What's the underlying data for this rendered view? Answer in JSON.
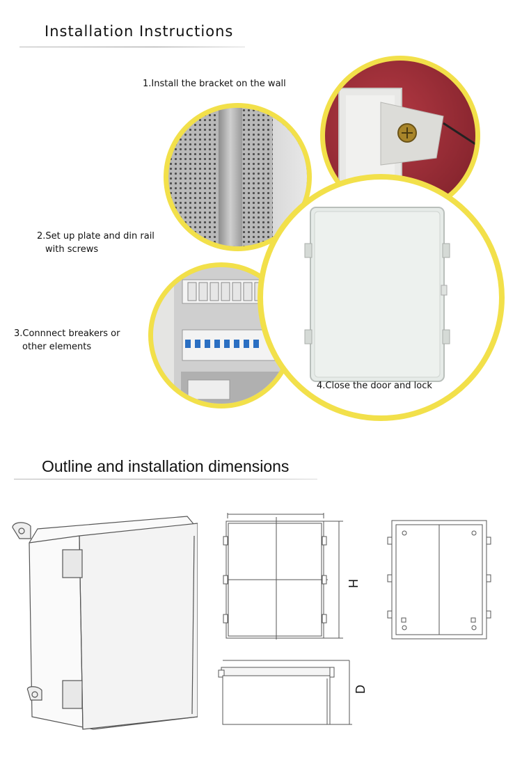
{
  "section1": {
    "title": "Installation Instructions",
    "steps": [
      {
        "label": "1.Install the bracket on the wall"
      },
      {
        "line1": "2.Set up plate and din rail",
        "line2": "with screws"
      },
      {
        "line1": "3.Connnect breakers or",
        "line2": "other elements"
      },
      {
        "label": "4.Close the door and lock"
      }
    ]
  },
  "section2": {
    "title": "Outline and installation dimensions",
    "dimension_labels": {
      "height": "H",
      "depth": "D"
    }
  },
  "colors": {
    "accent_ring": "#f2e04a",
    "enclosure": "#e9ecea",
    "panel": "#d8d8d8"
  }
}
